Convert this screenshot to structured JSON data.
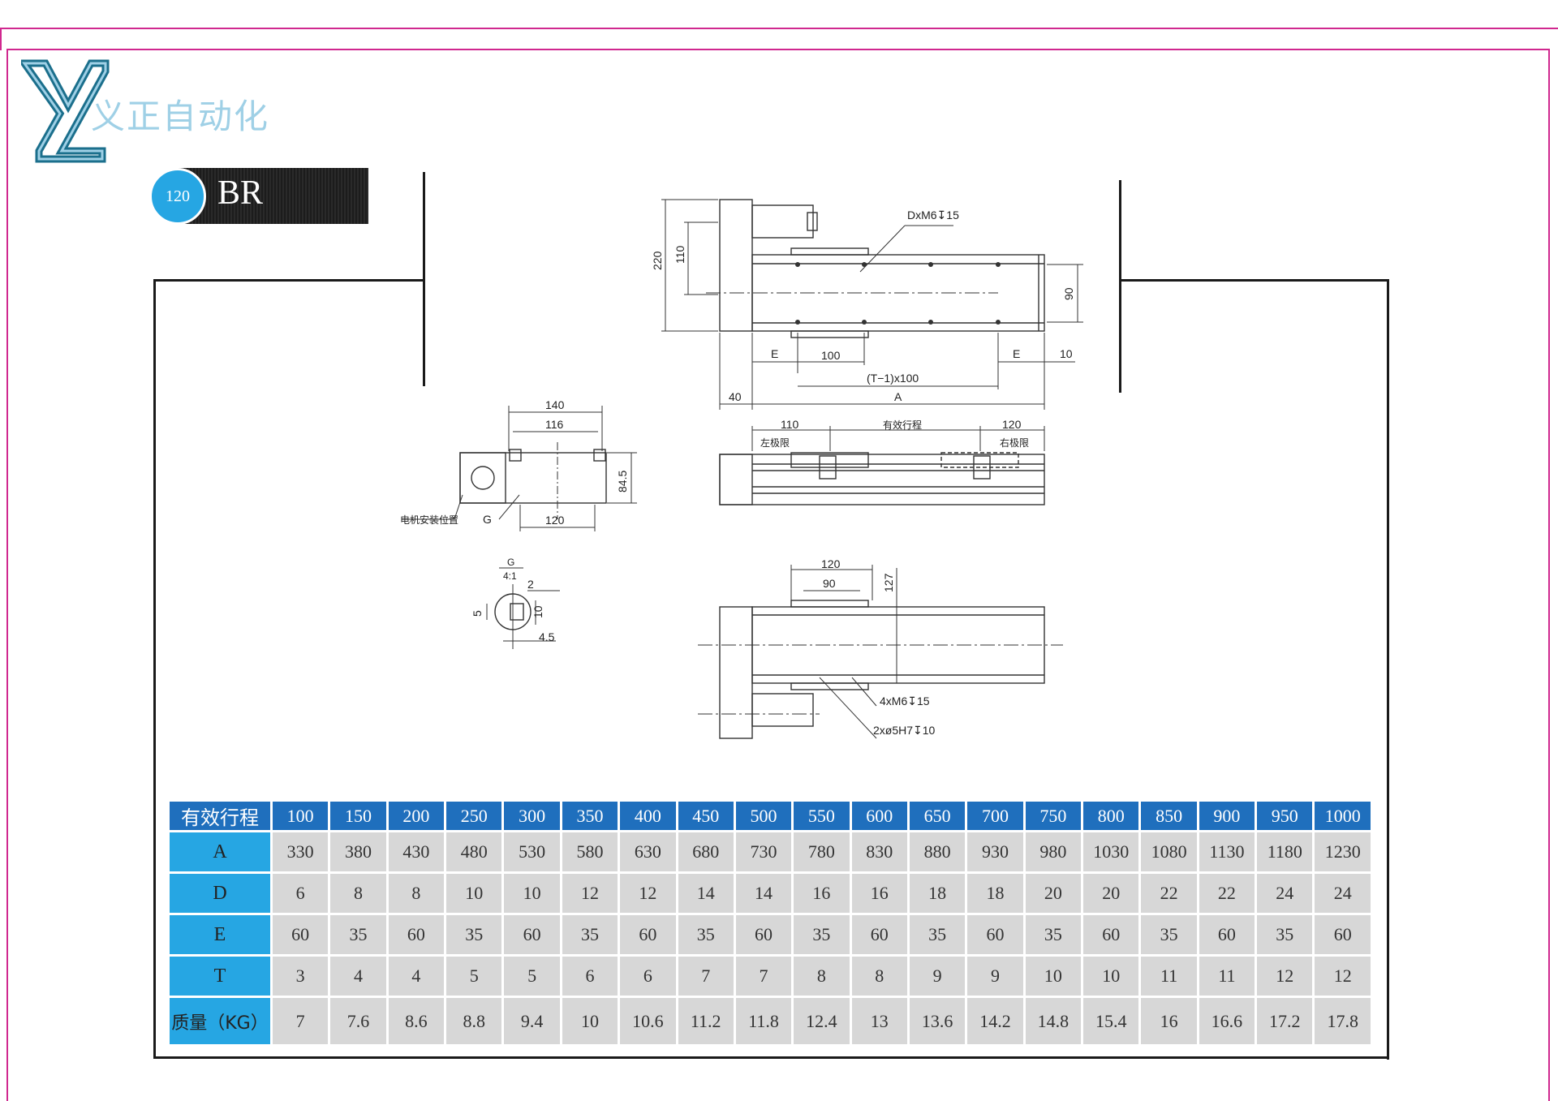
{
  "brand": {
    "logo_letter": "Y Z",
    "company_name": "义正自动化"
  },
  "badge": {
    "size": "120",
    "model": "BR"
  },
  "drawing": {
    "top_view": {
      "hole_callout": "DxM6↧15",
      "dim_220": "220",
      "dim_110": "110",
      "dim_90": "90",
      "dim_E_left": "E",
      "dim_100": "100",
      "dim_E_right": "E",
      "dim_10": "10",
      "dim_pitch": "(T−1)x100",
      "dim_A": "A",
      "dim_40": "40"
    },
    "side_view": {
      "dim_110": "110",
      "dim_stroke": "有效行程",
      "dim_120": "120",
      "left_limit": "左极限",
      "right_limit": "右极限"
    },
    "end_view": {
      "dim_140": "140",
      "dim_116": "116",
      "dim_84_5": "84.5",
      "dim_120": "120",
      "motor_mount": "电机安装位置",
      "label_G": "G"
    },
    "detail_G": {
      "title": "G",
      "scale": "4:1",
      "dim_2": "2",
      "dim_10": "10",
      "dim_5": "5",
      "dim_4_5": "4.5"
    },
    "bottom_view": {
      "dim_120": "120",
      "dim_90": "90",
      "dim_127": "127",
      "callout_holes": "4xM6↧15",
      "callout_pins": "2xø5H7↧10"
    }
  },
  "spec_table": {
    "header_label": "有效行程",
    "strokes": [
      "100",
      "150",
      "200",
      "250",
      "300",
      "350",
      "400",
      "450",
      "500",
      "550",
      "600",
      "650",
      "700",
      "750",
      "800",
      "850",
      "900",
      "950",
      "1000"
    ],
    "rows": [
      {
        "label": "A",
        "values": [
          "330",
          "380",
          "430",
          "480",
          "530",
          "580",
          "630",
          "680",
          "730",
          "780",
          "830",
          "880",
          "930",
          "980",
          "1030",
          "1080",
          "1130",
          "1180",
          "1230"
        ]
      },
      {
        "label": "D",
        "values": [
          "6",
          "8",
          "8",
          "10",
          "10",
          "12",
          "12",
          "14",
          "14",
          "16",
          "16",
          "18",
          "18",
          "20",
          "20",
          "22",
          "22",
          "24",
          "24"
        ]
      },
      {
        "label": "E",
        "values": [
          "60",
          "35",
          "60",
          "35",
          "60",
          "35",
          "60",
          "35",
          "60",
          "35",
          "60",
          "35",
          "60",
          "35",
          "60",
          "35",
          "60",
          "35",
          "60"
        ]
      },
      {
        "label": "T",
        "values": [
          "3",
          "4",
          "4",
          "5",
          "5",
          "6",
          "6",
          "7",
          "7",
          "8",
          "8",
          "9",
          "9",
          "10",
          "10",
          "11",
          "11",
          "12",
          "12"
        ]
      },
      {
        "label": "质量（KG）",
        "values": [
          "7",
          "7.6",
          "8.6",
          "8.8",
          "9.4",
          "10",
          "10.6",
          "11.2",
          "11.8",
          "12.4",
          "13",
          "13.6",
          "14.2",
          "14.8",
          "15.4",
          "16",
          "16.6",
          "17.2",
          "17.8"
        ]
      }
    ]
  },
  "colors": {
    "border_magenta": "#d0288f",
    "header_blue": "#1f6fbd",
    "row_label_blue": "#26a6e3",
    "cell_gray": "#d7d7d7",
    "logo_teal": "#1b6f8c"
  }
}
